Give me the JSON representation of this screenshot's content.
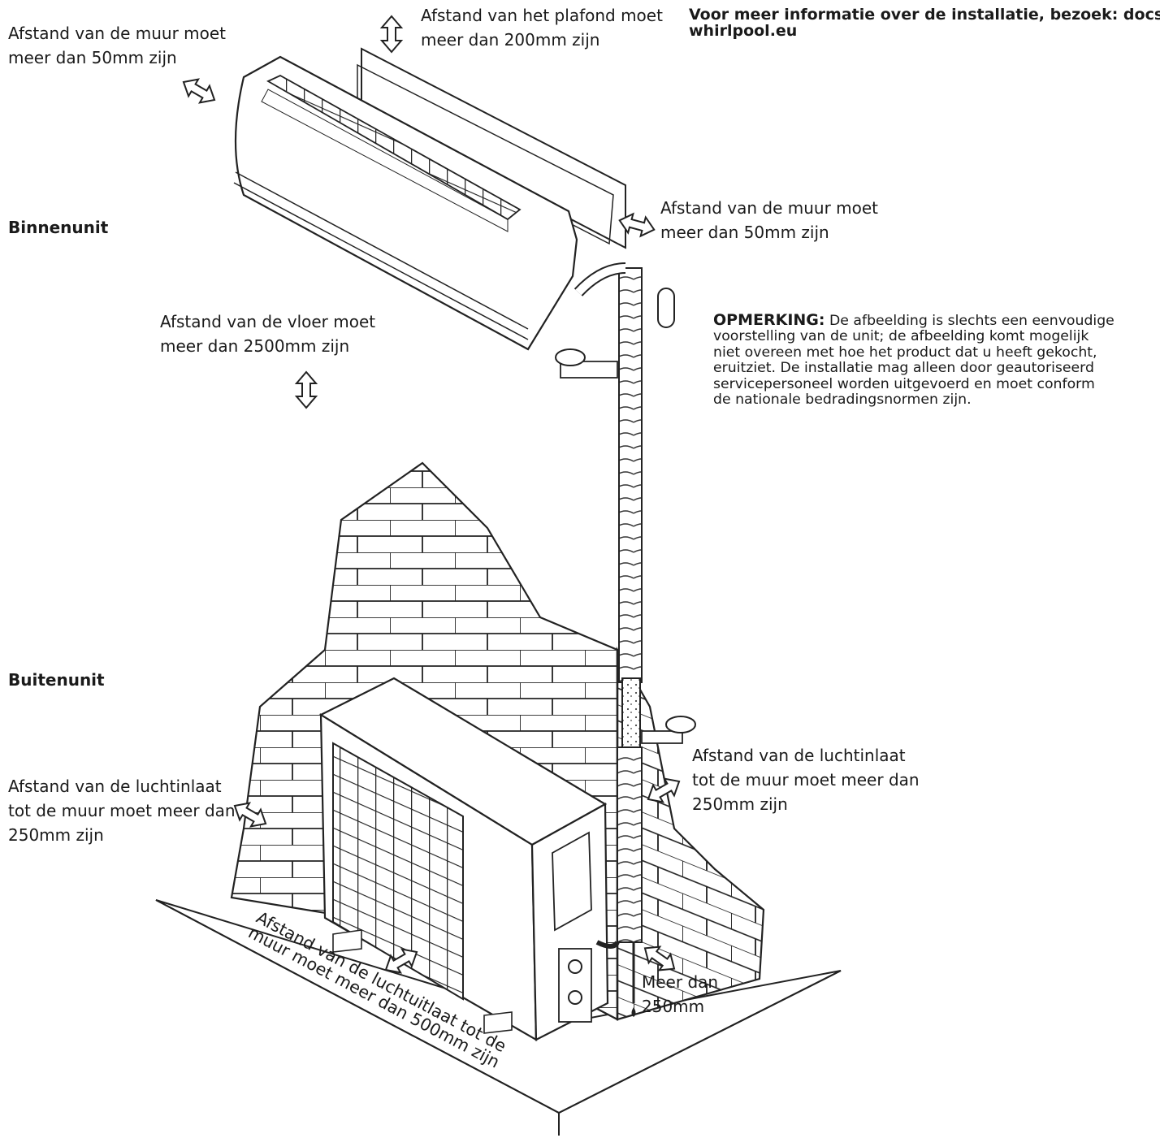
{
  "info_link": [
    "Voor meer informatie over de installatie, bezoek: docs.",
    "whirlpool.eu"
  ],
  "labels": {
    "indoor_unit": "Binnenunit",
    "outdoor_unit": "Buitenunit",
    "wall_left_indoor": [
      "Afstand van de muur moet",
      "meer dan 50mm zijn"
    ],
    "ceiling": [
      "Afstand van het plafond moet",
      "meer dan 200mm zijn"
    ],
    "wall_right_indoor": [
      "Afstand van de muur moet",
      "meer dan 50mm zijn"
    ],
    "floor": [
      "Afstand van de vloer moet",
      "meer dan 2500mm zijn"
    ],
    "air_inlet_left": [
      "Afstand van de luchtinlaat",
      "tot de muur moet meer dan",
      "250mm zijn"
    ],
    "air_inlet_right": [
      "Afstand van de luchtinlaat",
      "tot de muur moet meer dan",
      "250mm zijn"
    ],
    "air_outlet": [
      "Afstand van de luchtuitlaat tot de",
      "muur moet meer dan 500mm zijn"
    ],
    "side_clearance": [
      "Meer dan",
      "250mm"
    ]
  },
  "note": {
    "heading": "OPMERKING:",
    "lines": [
      " De afbeelding is slechts een eenvoudige",
      "voorstelling van de unit; de afbeelding komt mogelijk",
      "niet overeen met hoe het product dat u heeft gekocht,",
      "eruitziet. De installatie mag alleen door geautoriseerd",
      "servicepersoneel worden uitgevoerd en moet conform",
      "de nationale bedradingsnormen zijn."
    ]
  }
}
